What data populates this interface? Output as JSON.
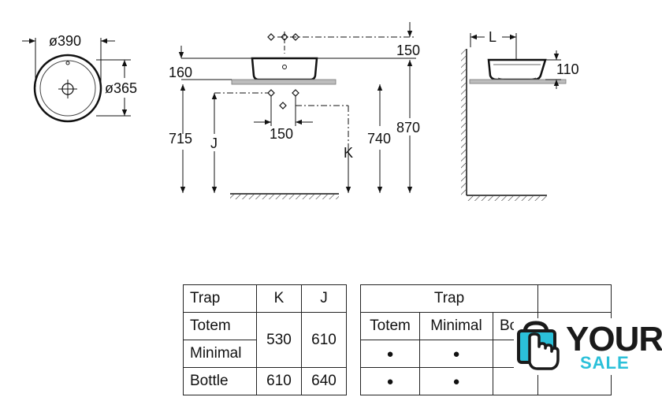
{
  "drawing": {
    "top_view": {
      "outer_diameter": "ø390",
      "inner_diameter": "ø365"
    },
    "front_view": {
      "offset_top": "150",
      "rim_height": "160",
      "waste_offset": "150",
      "height_715": "715",
      "label_j": "J",
      "label_k": "K",
      "height_740": "740",
      "height_870": "870"
    },
    "side_view": {
      "label_l": "L",
      "depth": "110"
    }
  },
  "table_dimensions": {
    "headers": [
      "Trap",
      "K",
      "J"
    ],
    "rows": [
      {
        "trap": "Totem",
        "k": "530",
        "j": "610"
      },
      {
        "trap": "Minimal"
      },
      {
        "trap": "Bottle",
        "k": "610",
        "j": "640"
      }
    ]
  },
  "table_compat": {
    "header": "Trap",
    "columns": [
      "Totem",
      "Minimal",
      "Bo"
    ],
    "rows": [
      [
        "●",
        "●",
        ""
      ],
      [
        "●",
        "●",
        ""
      ]
    ]
  },
  "logo": {
    "word1": "YOUR",
    "word2": "SALE",
    "colors": {
      "dark": "#1a1a1a",
      "accent": "#2bc0d9"
    }
  }
}
